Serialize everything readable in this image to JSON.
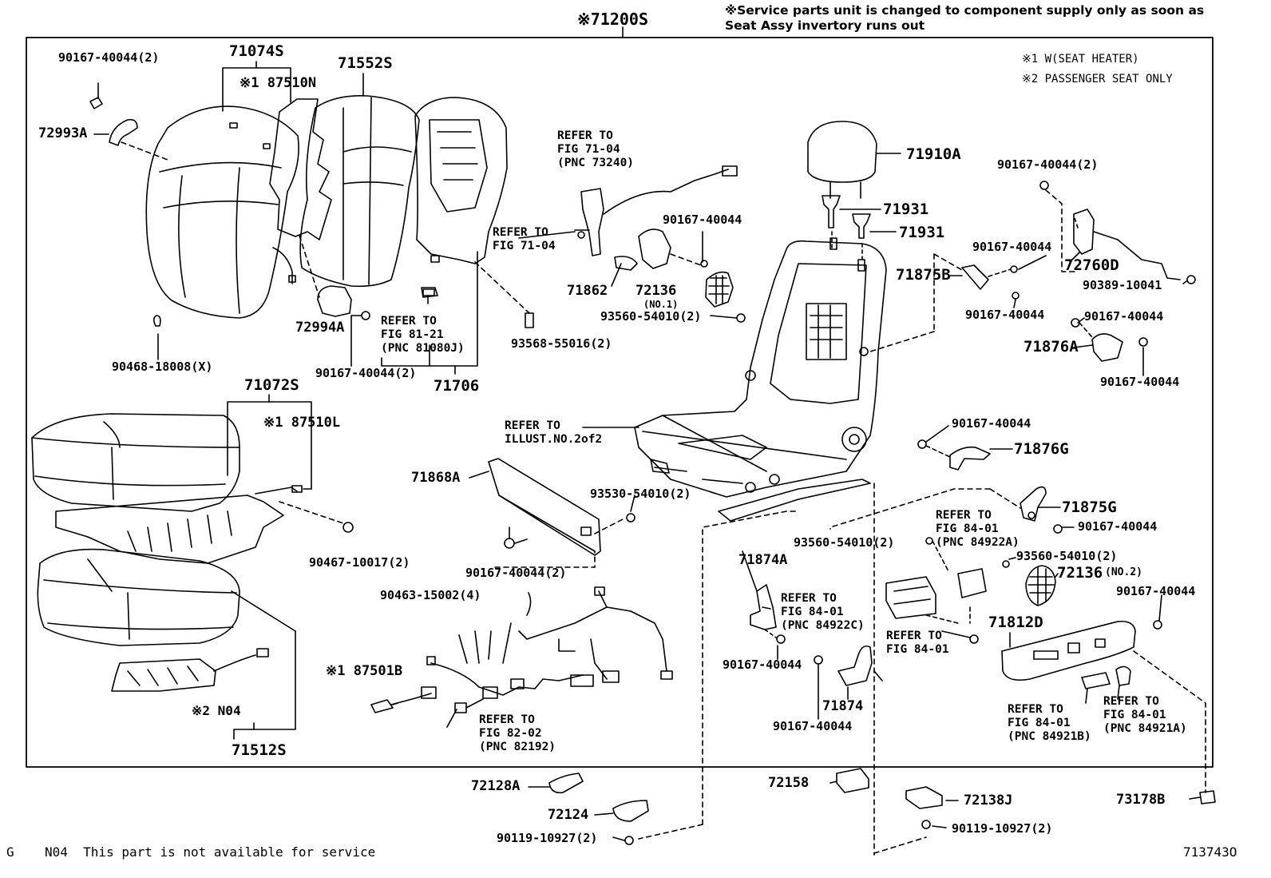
{
  "header": {
    "assembly_label": "※71200S",
    "service_note": "※Service parts unit is changed to component supply only as soon as\nSeat Assy invertory runs out"
  },
  "legend": {
    "note1": "※1 W(SEAT HEATER)",
    "note2": "※2 PASSENGER SEAT ONLY"
  },
  "labels": {
    "p90167_tl": "90167-40044(2)",
    "p71074S": "71074S",
    "p87510N": "※1 87510N",
    "p71552S": "71552S",
    "p72993A": "72993A",
    "p72994A": "72994A",
    "p90167_b1": "90167-40044(2)",
    "p90468": "90468-18008(X)",
    "ref81": "REFER TO\nFIG 81-21\n(PNC 81080J)",
    "p71706": "71706",
    "p93568": "93568-55016(2)",
    "ref7104b": "REFER TO\nFIG 71-04",
    "ref7104a": "REFER TO\nFIG 71-04\n(PNC 73240)",
    "p90167_m": "90167-40044",
    "p71862": "71862",
    "p72136a": "72136",
    "p72136a_sub": "(NO.1)",
    "p93560a": "93560-54010(2)",
    "p71910A": "71910A",
    "p71931a": "71931",
    "p71931b": "71931",
    "p71875B": "71875B",
    "p90167_r1": "90167-40044",
    "p90167_r2": "90167-40044",
    "p90167_r3": "90167-40044(2)",
    "p72760D": "72760D",
    "p90389": "90389-10041",
    "p90167_r4": "90167-40044",
    "p71876A": "71876A",
    "p90167_r5": "90167-40044",
    "p71072S": "71072S",
    "p87510L": "※1 87510L",
    "p90467": "90467-10017(2)",
    "refIll": "REFER TO\nILLUST.NO.2of2",
    "p90167_r6": "90167-40044",
    "p71876G": "71876G",
    "p71868A": "71868A",
    "p93530": "93530-54010(2)",
    "p90167_m2": "90167-40044(2)",
    "p90463": "90463-15002(4)",
    "p71875G": "71875G",
    "p90167_r7": "90167-40044",
    "ref8401a": "REFER TO\nFIG 84-01\n(PNC 84922A)",
    "p93560b": "93560-54010(2)",
    "p93560c": "93560-54010(2)",
    "p72136b": "72136",
    "p72136b_sub": "(NO.2)",
    "p71874A": "71874A",
    "ref8401c": "REFER TO\nFIG 84-01\n(PNC 84922C)",
    "ref8401b": "REFER TO\nFIG 84-01",
    "p90167_r8": "90167-40044",
    "p71812D": "71812D",
    "p90167_c1": "90167-40044",
    "p71874": "71874",
    "p90167_c2": "90167-40044",
    "ref8401d": "REFER TO\nFIG 84-01\n(PNC 84921B)",
    "ref8401e": "REFER TO\nFIG 84-01\n(PNC 84921A)",
    "p87501B": "※1 87501B",
    "ref8202": "REFER TO\nFIG 82-02\n(PNC 82192)",
    "pN04": "※2 N04",
    "p71512S": "71512S",
    "p72128A": "72128A",
    "p72124": "72124",
    "p90119a": "90119-10927(2)",
    "p72158": "72158",
    "p72138J": "72138J",
    "p90119b": "90119-10927(2)",
    "p73178B": "73178B"
  },
  "footer": {
    "code": "G",
    "note": "N04  This part is not available for service",
    "illustration_no": "713743O"
  }
}
